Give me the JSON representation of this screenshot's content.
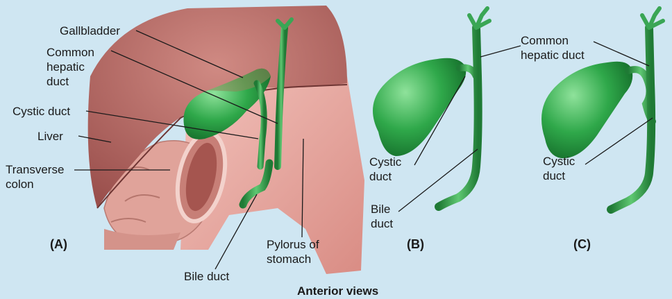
{
  "labels": {
    "gallbladder": "Gallbladder",
    "common_hepatic_duct_a": "Common\nhepatic\nduct",
    "cystic_duct_a": "Cystic duct",
    "liver": "Liver",
    "transverse_colon": "Transverse\ncolon",
    "bile_duct_a": "Bile duct",
    "pylorus": "Pylorus of\nstomach",
    "common_hepatic_duct_c": "Common\nhepatic duct",
    "cystic_duct_b": "Cystic\nduct",
    "bile_duct_b": "Bile\nduct",
    "cystic_duct_c": "Cystic\nduct"
  },
  "panels": {
    "a": "(A)",
    "b": "(B)",
    "c": "(C)"
  },
  "caption": "Anterior views",
  "colors": {
    "background": "#cfe6f2",
    "liver": "#b96a66",
    "gallbladder": "#2fa84a",
    "duct": "#3aa655",
    "colon": "#e0a39a",
    "stomach": "#eab0a9"
  }
}
